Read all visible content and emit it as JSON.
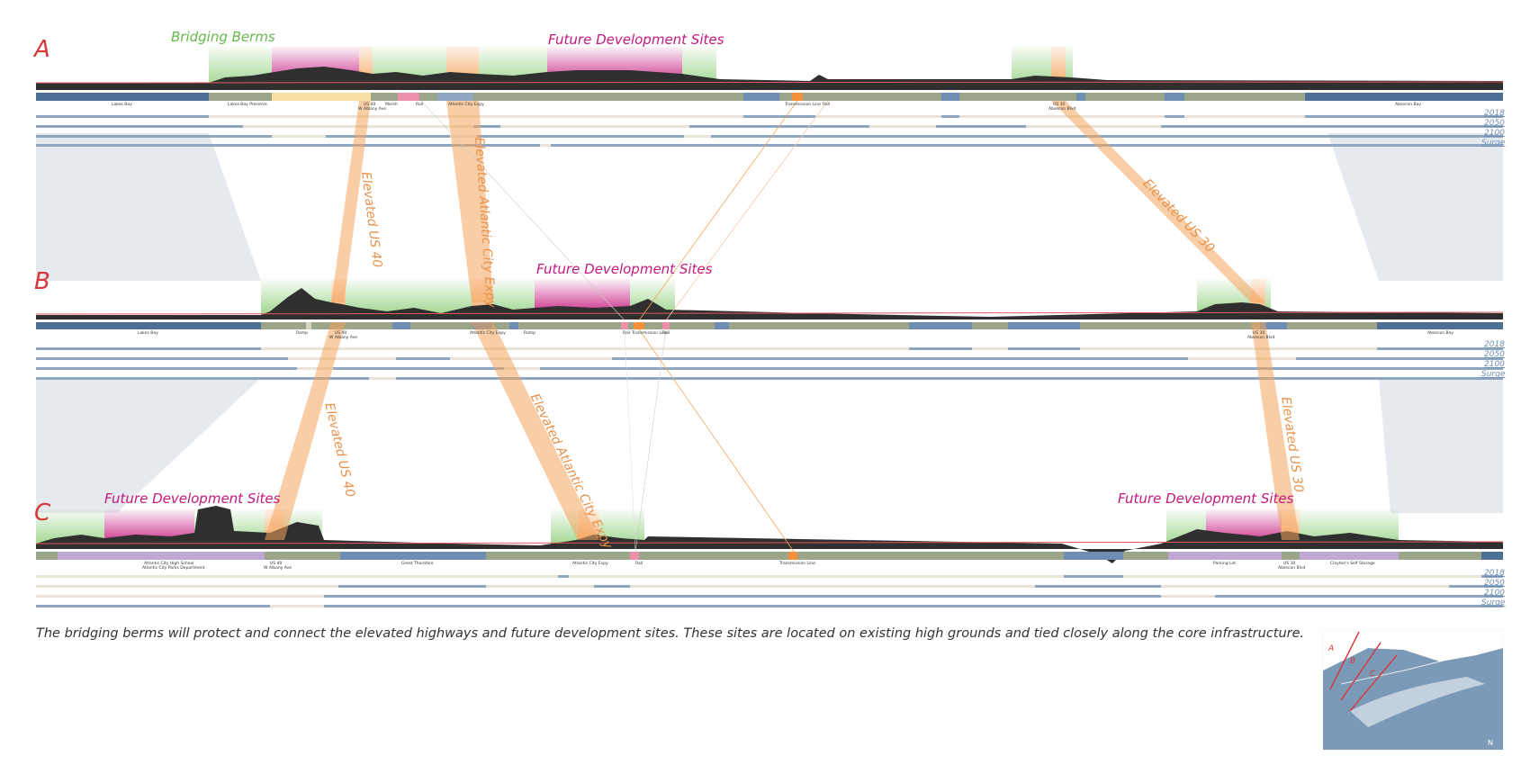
{
  "colors": {
    "highway": "#f4a45c",
    "berm": "#7fc96a",
    "development": "#c4187d",
    "water": "#4d6f93",
    "land": "#9aa58a",
    "flood": "#8ea6c0",
    "marker": "#d6383c"
  },
  "sections": [
    {
      "letter": "A",
      "zones": [
        "Bridging Berms",
        "Future Development Sites"
      ],
      "labels": [
        "Lakes Bay",
        "Lakes Bay Preserve",
        "US 40",
        "W Albany Ave",
        "Marsh",
        "Rail",
        "Atlantic City Expy",
        "Transmission Line",
        "Rail",
        "US 30",
        "Absecon Blvd",
        "Absecon Bay"
      ]
    },
    {
      "letter": "B",
      "zones": [
        "Future Development Sites"
      ],
      "labels": [
        "Lakes Bay",
        "Ramp",
        "US 40",
        "W Albany Ave",
        "Atlantic City Expy",
        "Ramp",
        "Rail",
        "Transmission Line",
        "Rail",
        "US 30",
        "Absecon Blvd",
        "Absecon Bay"
      ]
    },
    {
      "letter": "C",
      "zones": [
        "Future Development Sites",
        "Future Development Sites"
      ],
      "labels": [
        "Atlantic City High School",
        "Atlantic City Parks Department",
        "US 40",
        "W Albany Ave",
        "Great Thorofare",
        "Atlantic City Expy",
        "Rail",
        "Transmission Line",
        "Parking Lot",
        "US 30",
        "Absecon Blvd",
        "Clayton's Self Storage"
      ]
    }
  ],
  "legend_rows": [
    "2018",
    "2050",
    "2100",
    "Surge"
  ],
  "highways": [
    "Elevated US 40",
    "Elevated Atlantic City Expy",
    "Elevated US 30",
    "Elevated US 40",
    "Elevated Atlantic City Expy",
    "Elevated US 30"
  ],
  "caption": "The bridging berms will protect and connect the elevated highways and future development sites. These sites are located on existing high grounds and tied closely along the core infrastructure.",
  "map": {
    "markers": [
      "A",
      "B",
      "C"
    ],
    "north_label": "N"
  }
}
